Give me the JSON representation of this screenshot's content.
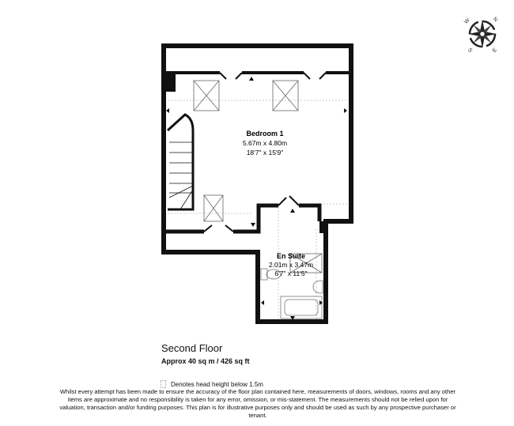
{
  "floor": {
    "title": "Second Floor",
    "area": "Approx 40 sq m / 426 sq ft"
  },
  "rooms": [
    {
      "name": "Bedroom 1",
      "metric": "5.67m x 4.80m",
      "imperial": "18'7\" x 15'9\""
    },
    {
      "name": "En Suite",
      "metric": "2.01m x 3.47m",
      "imperial": "6'7\" x 11'5\""
    }
  ],
  "compass": {
    "n": "N",
    "e": "E",
    "s": "S",
    "w": "W"
  },
  "legend": {
    "text": "Denotes head height below 1.5m"
  },
  "disclaimer": "Whilst every attempt has been made to ensure the accuracy of the floor plan contained here, measurements of doors, windows, rooms and any other items are approximate and no responsibility is taken for any error, omission, or mis-statement. The measurements should not be relied upon for valuation, transaction and/or funding purposes. This plan is for illustrative purposes only and should be used as such by any prospective purchaser or tenant."
}
